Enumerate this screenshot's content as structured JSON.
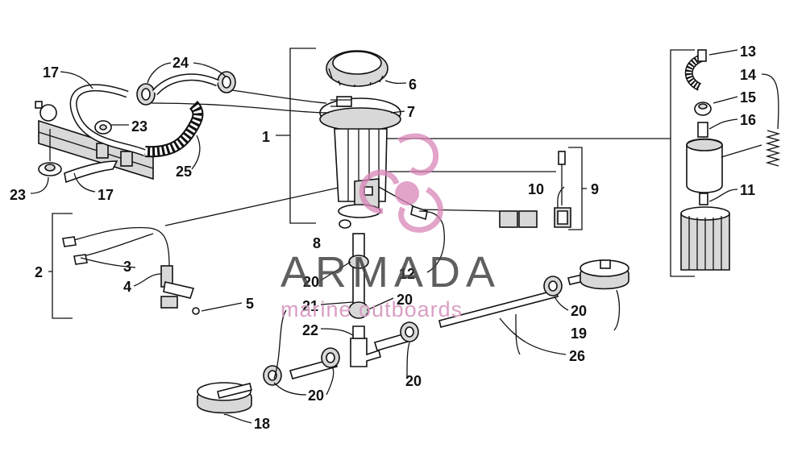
{
  "labels": [
    "1",
    "2",
    "3",
    "4",
    "5",
    "6",
    "7",
    "8",
    "9",
    "10",
    "11",
    "12",
    "13",
    "14",
    "15",
    "16",
    "17",
    "18",
    "19",
    "20",
    "21",
    "22",
    "23",
    "24",
    "25",
    "26"
  ],
  "watermark": {
    "brand": "ARMADA",
    "tagline": "marine outboards",
    "brand_color": "#444444",
    "logo_color": "#d986b8"
  }
}
